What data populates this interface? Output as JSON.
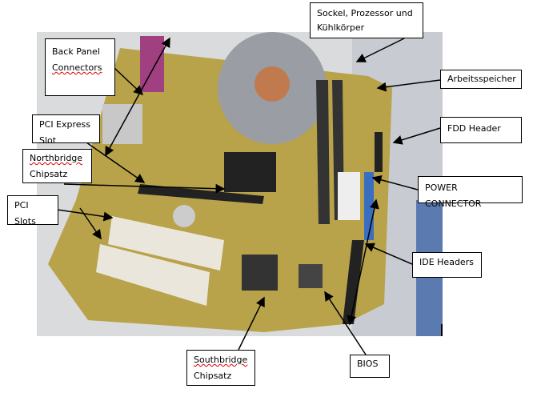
{
  "labels": {
    "socket": "Sockel, Prozessor und Kühlkörper",
    "back_panel_1": "Back Panel",
    "back_panel_2": "Connectors",
    "ram": "Arbeitsspeicher",
    "pcie_1": "PCI Express",
    "pcie_2": "Slot",
    "fdd": "FDD Header",
    "northbridge_1": "Northbridge",
    "northbridge_2": "Chipsatz",
    "power": "POWER CONNECTOR",
    "pci": "PCI Slots",
    "ide": "IDE  Headers",
    "southbridge_1": "Southbridge",
    "southbridge_2": "Chipsatz",
    "bios": "BIOS"
  },
  "colors": {
    "board": "#b8a24a",
    "background": "#d8dadc",
    "heatsink": "#9a9ea4",
    "copper": "#c07a4e"
  }
}
